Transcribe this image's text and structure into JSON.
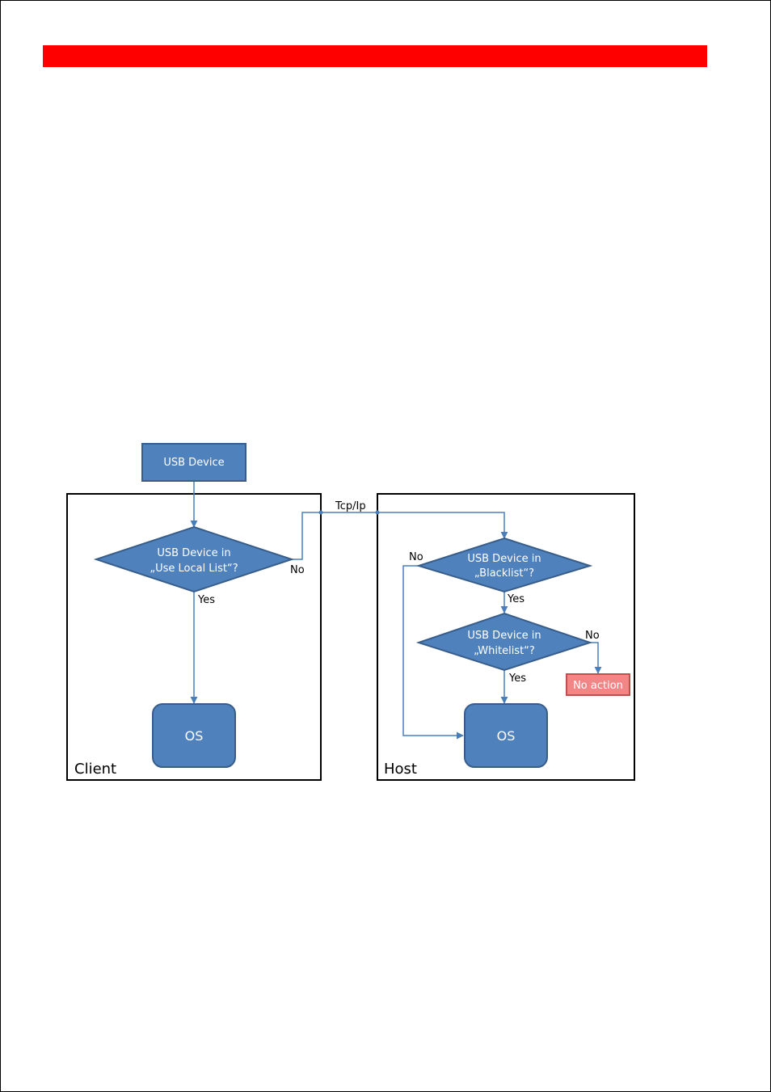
{
  "colors": {
    "header_bar": "#ff0000",
    "node_fill": "#4f81bd",
    "node_stroke": "#385d8a",
    "connector": "#4a7ebb",
    "no_action_fill": "#f28585",
    "no_action_stroke": "#c0504d",
    "panel_border": "#000000"
  },
  "diagram": {
    "start_node": "USB Device",
    "link_label": "Tcp/Ip",
    "client": {
      "panel_label": "Client",
      "decision_line1": "USB Device in",
      "decision_line2": "„Use Local List“?",
      "no_label": "No",
      "yes_label": "Yes",
      "os_label": "OS"
    },
    "host": {
      "panel_label": "Host",
      "blacklist_line1": "USB Device in",
      "blacklist_line2": "„Blacklist“?",
      "blacklist_no": "No",
      "blacklist_yes": "Yes",
      "whitelist_line1": "USB Device in",
      "whitelist_line2": "„Whitelist“?",
      "whitelist_no": "No",
      "whitelist_yes": "Yes",
      "no_action": "No action",
      "os_label": "OS"
    }
  }
}
